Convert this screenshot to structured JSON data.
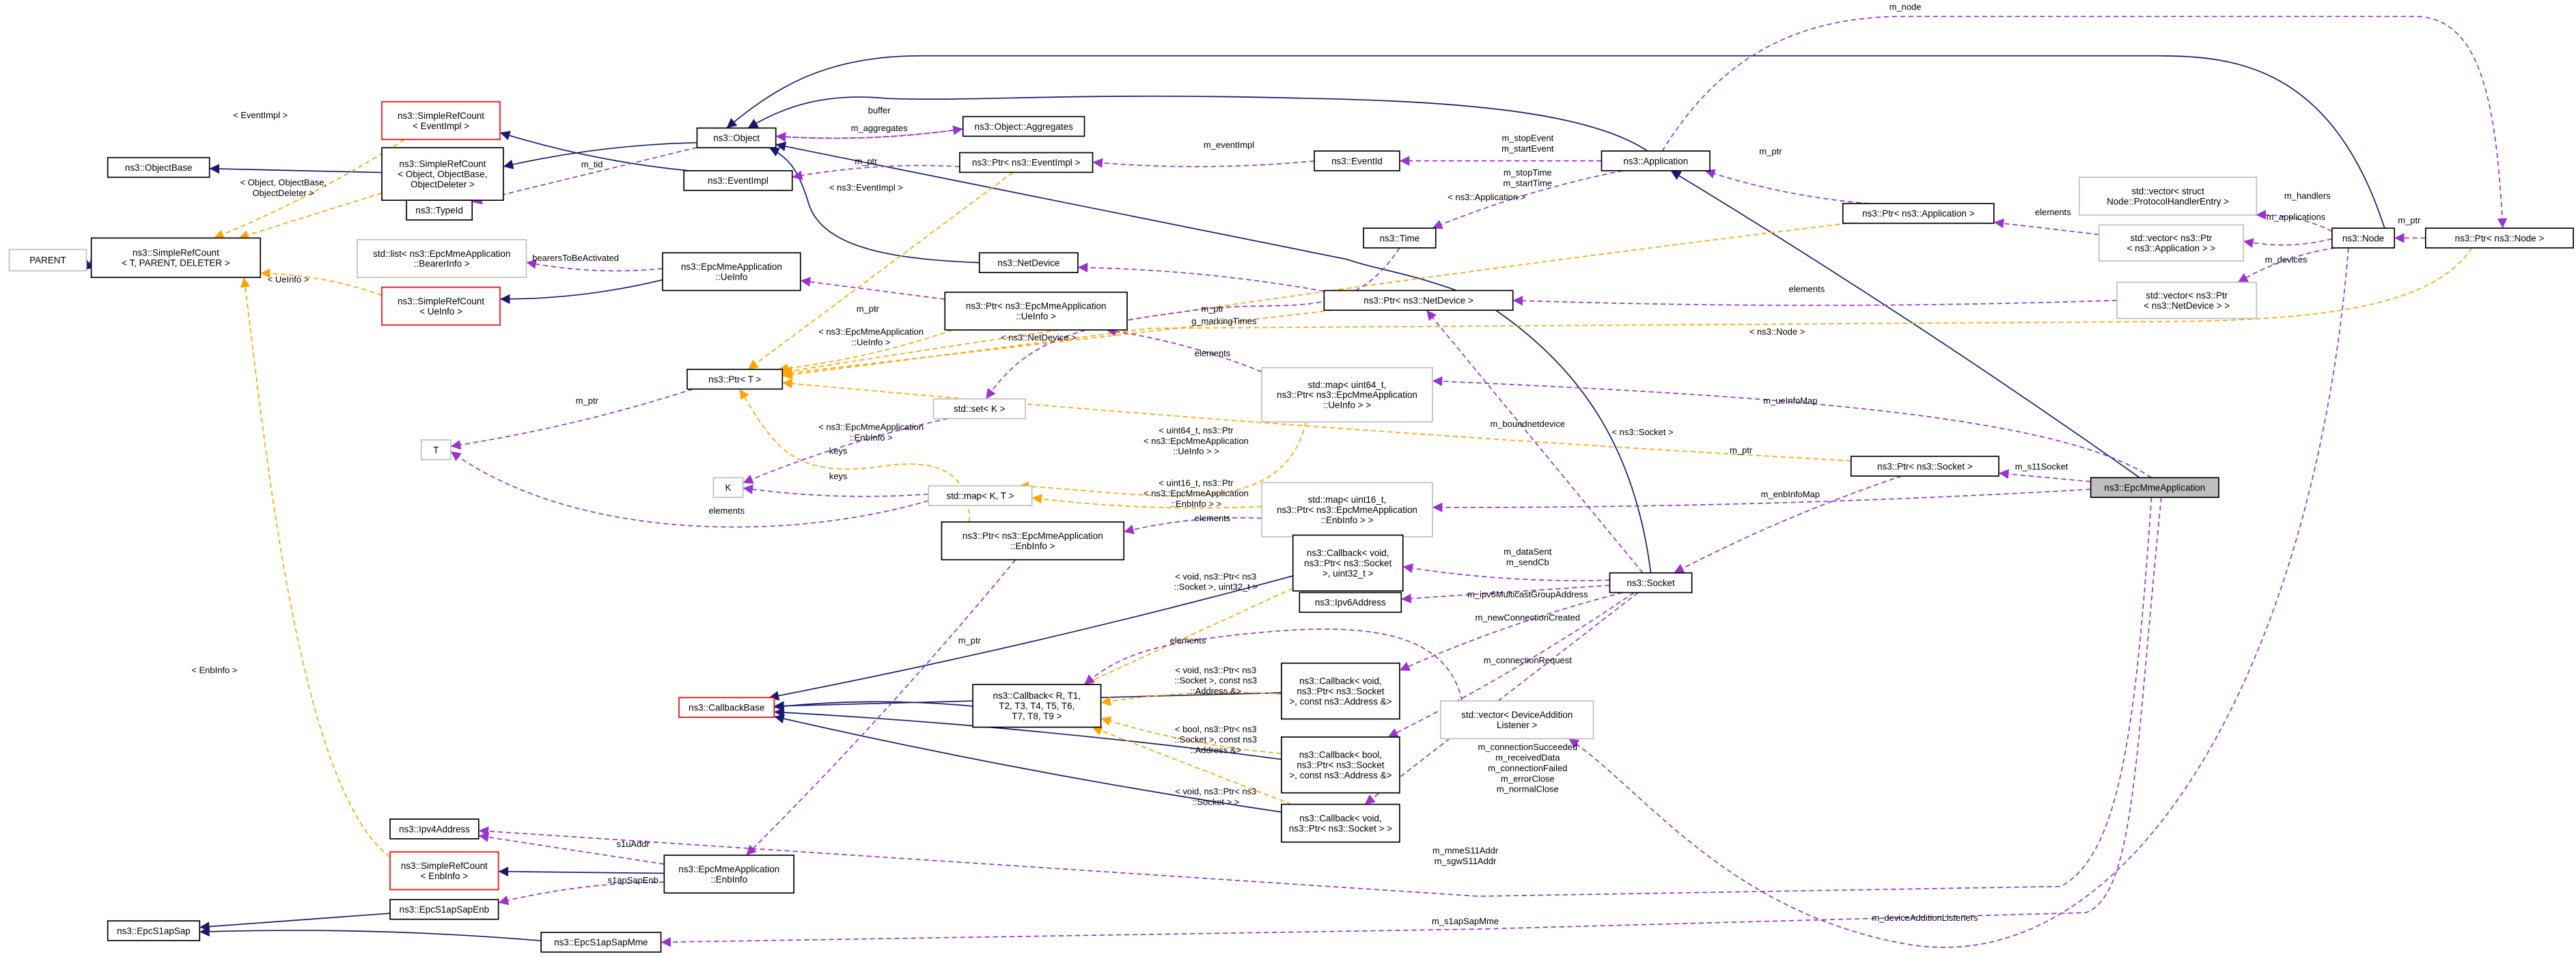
{
  "title": "ns3::EpcMmeApplication collaboration diagram",
  "colors": {
    "inheritance": "#191970",
    "usage": "#9a32cd",
    "template": "#ffa500",
    "highlight_fill": "#bfbfbf",
    "undocumented_border": "#ff0000"
  },
  "nodes": [
    {
      "id": "parent",
      "lines": [
        "PARENT"
      ],
      "style": "gray"
    },
    {
      "id": "srcT",
      "lines": [
        "ns3::SimpleRefCount",
        "< T, PARENT, DELETER >"
      ],
      "style": "normal"
    },
    {
      "id": "objbase",
      "lines": [
        "ns3::ObjectBase"
      ],
      "style": "normal"
    },
    {
      "id": "srcEv",
      "lines": [
        "ns3::SimpleRefCount",
        "< EventImpl >"
      ],
      "style": "red"
    },
    {
      "id": "srcObj",
      "lines": [
        "ns3::SimpleRefCount",
        "< Object, ObjectBase,",
        "ObjectDeleter >"
      ],
      "style": "normal"
    },
    {
      "id": "typeid",
      "lines": [
        "ns3::TypeId"
      ],
      "style": "normal"
    },
    {
      "id": "bearerList",
      "lines": [
        "std::list< ns3::EpcMmeApplication",
        "::BearerInfo >"
      ],
      "style": "gray"
    },
    {
      "id": "srcUe",
      "lines": [
        "ns3::SimpleRefCount",
        "< UeInfo >"
      ],
      "style": "red"
    },
    {
      "id": "object",
      "lines": [
        "ns3::Object"
      ],
      "style": "normal"
    },
    {
      "id": "aggr",
      "lines": [
        "ns3::Object::Aggregates"
      ],
      "style": "normal"
    },
    {
      "id": "eventimpl",
      "lines": [
        "ns3::EventImpl"
      ],
      "style": "normal"
    },
    {
      "id": "ptrEv",
      "lines": [
        "ns3::Ptr< ns3::EventImpl >"
      ],
      "style": "normal"
    },
    {
      "id": "eventid",
      "lines": [
        "ns3::EventId"
      ],
      "style": "normal"
    },
    {
      "id": "app",
      "lines": [
        "ns3::Application"
      ],
      "style": "normal"
    },
    {
      "id": "ptrApp",
      "lines": [
        "ns3::Ptr< ns3::Application >"
      ],
      "style": "normal"
    },
    {
      "id": "vecPH",
      "lines": [
        "std::vector< struct",
        "Node::ProtocolHandlerEntry >"
      ],
      "style": "gray"
    },
    {
      "id": "vecApp",
      "lines": [
        "std::vector< ns3::Ptr",
        "< ns3::Application > >"
      ],
      "style": "gray"
    },
    {
      "id": "node",
      "lines": [
        "ns3::Node"
      ],
      "style": "normal"
    },
    {
      "id": "ptrNode",
      "lines": [
        "ns3::Ptr< ns3::Node >"
      ],
      "style": "normal"
    },
    {
      "id": "time",
      "lines": [
        "ns3::Time"
      ],
      "style": "normal"
    },
    {
      "id": "netdev",
      "lines": [
        "ns3::NetDevice"
      ],
      "style": "normal"
    },
    {
      "id": "ueinfo",
      "lines": [
        "ns3::EpcMmeApplication",
        "::UeInfo"
      ],
      "style": "normal"
    },
    {
      "id": "ptrUe",
      "lines": [
        "ns3::Ptr< ns3::EpcMmeApplication",
        "::UeInfo >"
      ],
      "style": "normal"
    },
    {
      "id": "vecNd",
      "lines": [
        "std::vector< ns3::Ptr",
        "< ns3::NetDevice > >"
      ],
      "style": "gray"
    },
    {
      "id": "ptrNd",
      "lines": [
        "ns3::Ptr< ns3::NetDevice >"
      ],
      "style": "normal"
    },
    {
      "id": "ptrT",
      "lines": [
        "ns3::Ptr< T >"
      ],
      "style": "normal"
    },
    {
      "id": "mapUe",
      "lines": [
        "std::map< uint64_t,",
        "ns3::Ptr< ns3::EpcMmeApplication",
        "::UeInfo > >"
      ],
      "style": "gray"
    },
    {
      "id": "T",
      "lines": [
        "T"
      ],
      "style": "gray"
    },
    {
      "id": "setK",
      "lines": [
        "std::set< K >"
      ],
      "style": "gray"
    },
    {
      "id": "K",
      "lines": [
        "K"
      ],
      "style": "gray"
    },
    {
      "id": "mapKT",
      "lines": [
        "std::map< K, T >"
      ],
      "style": "gray"
    },
    {
      "id": "mapEnb",
      "lines": [
        "std::map< uint16_t,",
        "ns3::Ptr< ns3::EpcMmeApplication",
        "::EnbInfo > >"
      ],
      "style": "gray"
    },
    {
      "id": "ptrSock",
      "lines": [
        "ns3::Ptr< ns3::Socket >"
      ],
      "style": "normal"
    },
    {
      "id": "epc",
      "lines": [
        "ns3::EpcMmeApplication"
      ],
      "style": "highlight"
    },
    {
      "id": "ptrEnb",
      "lines": [
        "ns3::Ptr< ns3::EpcMmeApplication",
        "::EnbInfo >"
      ],
      "style": "normal"
    },
    {
      "id": "cbU32",
      "lines": [
        "ns3::Callback< void,",
        "ns3::Ptr< ns3::Socket",
        ">, uint32_t >"
      ],
      "style": "normal"
    },
    {
      "id": "socket",
      "lines": [
        "ns3::Socket"
      ],
      "style": "normal"
    },
    {
      "id": "ipv6",
      "lines": [
        "ns3::Ipv6Address"
      ],
      "style": "normal"
    },
    {
      "id": "cbBase",
      "lines": [
        "ns3::CallbackBase"
      ],
      "style": "red"
    },
    {
      "id": "cbR",
      "lines": [
        "ns3::Callback< R, T1,",
        "T2, T3, T4, T5, T6,",
        "T7, T8, T9 >"
      ],
      "style": "normal"
    },
    {
      "id": "cbAddr",
      "lines": [
        "ns3::Callback< void,",
        "ns3::Ptr< ns3::Socket",
        ">, const ns3::Address &>"
      ],
      "style": "normal"
    },
    {
      "id": "vecDAL",
      "lines": [
        "std::vector< DeviceAddition",
        "Listener >"
      ],
      "style": "gray"
    },
    {
      "id": "cbBool",
      "lines": [
        "ns3::Callback< bool,",
        "ns3::Ptr< ns3::Socket",
        ">, const ns3::Address &>"
      ],
      "style": "normal"
    },
    {
      "id": "cbVoid",
      "lines": [
        "ns3::Callback< void,",
        "ns3::Ptr< ns3::Socket > >"
      ],
      "style": "normal"
    },
    {
      "id": "ipv4",
      "lines": [
        "ns3::Ipv4Address"
      ],
      "style": "normal"
    },
    {
      "id": "srcEnb",
      "lines": [
        "ns3::SimpleRefCount",
        "< EnbInfo >"
      ],
      "style": "red"
    },
    {
      "id": "enbinfo",
      "lines": [
        "ns3::EpcMmeApplication",
        "::EnbInfo"
      ],
      "style": "normal"
    },
    {
      "id": "sapEnb",
      "lines": [
        "ns3::EpcS1apSapEnb"
      ],
      "style": "normal"
    },
    {
      "id": "sap",
      "lines": [
        "ns3::EpcS1apSap"
      ],
      "style": "normal"
    },
    {
      "id": "sapMme",
      "lines": [
        "ns3::EpcS1apSapMme"
      ],
      "style": "normal"
    }
  ],
  "edges": [
    {
      "from": "srcT",
      "to": "parent",
      "kind": "inherit",
      "label": []
    },
    {
      "from": "srcObj",
      "to": "objbase",
      "kind": "inherit",
      "label": []
    },
    {
      "from": "object",
      "to": "srcObj",
      "kind": "inherit",
      "label": []
    },
    {
      "from": "eventimpl",
      "to": "srcEv",
      "kind": "inherit",
      "label": []
    },
    {
      "from": "netdev",
      "to": "object",
      "kind": "inherit",
      "label": []
    },
    {
      "from": "app",
      "to": "object",
      "kind": "inherit",
      "label": []
    },
    {
      "from": "node",
      "to": "object",
      "kind": "inherit",
      "label": []
    },
    {
      "from": "socket",
      "to": "object",
      "kind": "inherit",
      "label": []
    },
    {
      "from": "epc",
      "to": "app",
      "kind": "inherit",
      "label": []
    },
    {
      "from": "ueinfo",
      "to": "srcUe",
      "kind": "inherit",
      "label": []
    },
    {
      "from": "enbinfo",
      "to": "srcEnb",
      "kind": "inherit",
      "label": []
    },
    {
      "from": "cbR",
      "to": "cbBase",
      "kind": "inherit",
      "label": []
    },
    {
      "from": "cbU32",
      "to": "cbBase",
      "kind": "inherit",
      "label": []
    },
    {
      "from": "cbAddr",
      "to": "cbBase",
      "kind": "inherit",
      "label": []
    },
    {
      "from": "cbBool",
      "to": "cbBase",
      "kind": "inherit",
      "label": []
    },
    {
      "from": "cbVoid",
      "to": "cbBase",
      "kind": "inherit",
      "label": []
    },
    {
      "from": "sapEnb",
      "to": "sap",
      "kind": "inherit",
      "label": []
    },
    {
      "from": "sapMme",
      "to": "sap",
      "kind": "inherit",
      "label": []
    },
    {
      "from": "srcEv",
      "to": "srcT",
      "kind": "template",
      "label": [
        "< EventImpl >"
      ]
    },
    {
      "from": "srcObj",
      "to": "srcT",
      "kind": "template",
      "label": [
        "< Object, ObjectBase,",
        "ObjectDeleter >"
      ]
    },
    {
      "from": "srcUe",
      "to": "srcT",
      "kind": "template",
      "label": [
        "< UeInfo >"
      ]
    },
    {
      "from": "srcEnb",
      "to": "srcT",
      "kind": "template",
      "label": [
        "< EnbInfo >"
      ]
    },
    {
      "from": "ptrEv",
      "to": "ptrT",
      "kind": "template",
      "label": [
        "< ns3::EventImpl >"
      ]
    },
    {
      "from": "ptrApp",
      "to": "ptrT",
      "kind": "template",
      "label": [
        "< ns3::Application >"
      ]
    },
    {
      "from": "ptrUe",
      "to": "ptrT",
      "kind": "template",
      "label": [
        "< ns3::EpcMmeApplication",
        "::UeInfo >"
      ]
    },
    {
      "from": "ptrNd",
      "to": "ptrT",
      "kind": "template",
      "label": [
        "< ns3::NetDevice >"
      ]
    },
    {
      "from": "ptrNode",
      "to": "ptrT",
      "kind": "template",
      "label": [
        "< ns3::Node >"
      ]
    },
    {
      "from": "ptrSock",
      "to": "ptrT",
      "kind": "template",
      "label": [
        "< ns3::Socket >"
      ]
    },
    {
      "from": "ptrEnb",
      "to": "ptrT",
      "kind": "template",
      "label": [
        "< ns3::EpcMmeApplication",
        "::EnbInfo >"
      ]
    },
    {
      "from": "mapUe",
      "to": "mapKT",
      "kind": "template",
      "label": [
        "< uint64_t, ns3::Ptr",
        "< ns3::EpcMmeApplication",
        "::UeInfo > >"
      ]
    },
    {
      "from": "mapEnb",
      "to": "mapKT",
      "kind": "template",
      "label": [
        "< uint16_t, ns3::Ptr",
        "< ns3::EpcMmeApplication",
        "::EnbInfo > >"
      ]
    },
    {
      "from": "cbU32",
      "to": "cbR",
      "kind": "template",
      "label": [
        "< void, ns3::Ptr< ns3",
        "::Socket >, uint32_t >"
      ]
    },
    {
      "from": "cbAddr",
      "to": "cbR",
      "kind": "template",
      "label": [
        "< void, ns3::Ptr< ns3",
        "::Socket >, const ns3",
        "::Address &>"
      ]
    },
    {
      "from": "cbBool",
      "to": "cbR",
      "kind": "template",
      "label": [
        "< bool, ns3::Ptr< ns3",
        "::Socket >, const ns3",
        "::Address &>"
      ]
    },
    {
      "from": "cbVoid",
      "to": "cbR",
      "kind": "template",
      "label": [
        "< void, ns3::Ptr< ns3",
        "::Socket > >"
      ]
    },
    {
      "from": "object",
      "to": "aggr",
      "kind": "usage",
      "label": [
        "m_aggregates"
      ]
    },
    {
      "from": "aggr",
      "to": "object",
      "kind": "usage",
      "label": [
        "buffer"
      ]
    },
    {
      "from": "object",
      "to": "typeid",
      "kind": "usage",
      "label": [
        "m_tid"
      ]
    },
    {
      "from": "ptrEv",
      "to": "eventimpl",
      "kind": "usage",
      "label": [
        "m_ptr"
      ]
    },
    {
      "from": "eventid",
      "to": "ptrEv",
      "kind": "usage",
      "label": [
        "m_eventImpl"
      ]
    },
    {
      "from": "app",
      "to": "eventid",
      "kind": "usage",
      "label": [
        "m_stopEvent",
        "m_startEvent"
      ]
    },
    {
      "from": "app",
      "to": "time",
      "kind": "usage",
      "label": [
        "m_stopTime",
        "m_startTime"
      ]
    },
    {
      "from": "ptrApp",
      "to": "app",
      "kind": "usage",
      "label": [
        "m_ptr"
      ]
    },
    {
      "from": "app",
      "to": "ptrNode",
      "kind": "usage",
      "label": [
        "m_node"
      ]
    },
    {
      "from": "node",
      "to": "vecPH",
      "kind": "usage",
      "label": [
        "m_handlers"
      ]
    },
    {
      "from": "node",
      "to": "vecApp",
      "kind": "usage",
      "label": [
        "m_applications"
      ]
    },
    {
      "from": "vecApp",
      "to": "ptrApp",
      "kind": "usage",
      "label": [
        "elements"
      ]
    },
    {
      "from": "node",
      "to": "vecNd",
      "kind": "usage",
      "label": [
        "m_devices"
      ]
    },
    {
      "from": "vecNd",
      "to": "ptrNd",
      "kind": "usage",
      "label": [
        "elements"
      ]
    },
    {
      "from": "ptrNode",
      "to": "node",
      "kind": "usage",
      "label": [
        "m_ptr"
      ]
    },
    {
      "from": "ptrNd",
      "to": "netdev",
      "kind": "usage",
      "label": [
        "m_ptr"
      ]
    },
    {
      "from": "ueinfo",
      "to": "bearerList",
      "kind": "usage",
      "label": [
        "bearersToBeActivated"
      ]
    },
    {
      "from": "ptrUe",
      "to": "ueinfo",
      "kind": "usage",
      "label": [
        "m_ptr"
      ]
    },
    {
      "from": "mapUe",
      "to": "ptrUe",
      "kind": "usage",
      "label": [
        "elements"
      ]
    },
    {
      "from": "ptrT",
      "to": "T",
      "kind": "usage",
      "label": [
        "m_ptr"
      ]
    },
    {
      "from": "time",
      "to": "setK",
      "kind": "usage",
      "label": [
        "g_markingTimes"
      ]
    },
    {
      "from": "setK",
      "to": "K",
      "kind": "usage",
      "label": [
        "keys"
      ]
    },
    {
      "from": "mapKT",
      "to": "K",
      "kind": "usage",
      "label": [
        "keys"
      ]
    },
    {
      "from": "mapKT",
      "to": "T",
      "kind": "usage",
      "label": [
        "elements"
      ]
    },
    {
      "from": "epc",
      "to": "mapUe",
      "kind": "usage",
      "label": [
        "m_ueInfoMap"
      ]
    },
    {
      "from": "epc",
      "to": "mapEnb",
      "kind": "usage",
      "label": [
        "m_enbInfoMap"
      ]
    },
    {
      "from": "epc",
      "to": "ptrSock",
      "kind": "usage",
      "label": [
        "m_s11Socket"
      ]
    },
    {
      "from": "mapEnb",
      "to": "ptrEnb",
      "kind": "usage",
      "label": [
        "elements"
      ]
    },
    {
      "from": "ptrEnb",
      "to": "enbinfo",
      "kind": "usage",
      "label": [
        "m_ptr"
      ]
    },
    {
      "from": "socket",
      "to": "ptrNd",
      "kind": "usage",
      "label": [
        "m_boundnetdevice"
      ]
    },
    {
      "from": "ptrSock",
      "to": "socket",
      "kind": "usage",
      "label": [
        "m_ptr"
      ]
    },
    {
      "from": "socket",
      "to": "cbU32",
      "kind": "usage",
      "label": [
        "m_dataSent",
        "m_sendCb"
      ]
    },
    {
      "from": "socket",
      "to": "ipv6",
      "kind": "usage",
      "label": [
        "m_ipv6MulticastGroupAddress"
      ]
    },
    {
      "from": "socket",
      "to": "cbAddr",
      "kind": "usage",
      "label": [
        "m_newConnectionCreated"
      ]
    },
    {
      "from": "socket",
      "to": "cbBool",
      "kind": "usage",
      "label": [
        "m_connectionRequest"
      ]
    },
    {
      "from": "socket",
      "to": "cbVoid",
      "kind": "usage",
      "label": [
        "m_connectionSucceeded",
        "m_receivedData",
        "m_connectionFailed",
        "m_errorClose",
        "m_normalClose"
      ]
    },
    {
      "from": "vecDAL",
      "to": "cbR",
      "kind": "usage",
      "label": [
        "elements"
      ]
    },
    {
      "from": "node",
      "to": "vecDAL",
      "kind": "usage",
      "label": [
        "m_deviceAdditionListeners"
      ]
    },
    {
      "from": "enbinfo",
      "to": "ipv4",
      "kind": "usage",
      "label": [
        "s1uAddr"
      ]
    },
    {
      "from": "enbinfo",
      "to": "sapEnb",
      "kind": "usage",
      "label": [
        "s1apSapEnb"
      ]
    },
    {
      "from": "epc",
      "to": "ipv4",
      "kind": "usage",
      "label": [
        "m_mmeS11Addr",
        "m_sgwS11Addr"
      ]
    },
    {
      "from": "epc",
      "to": "sapMme",
      "kind": "usage",
      "label": [
        "m_s1apSapMme"
      ]
    }
  ]
}
